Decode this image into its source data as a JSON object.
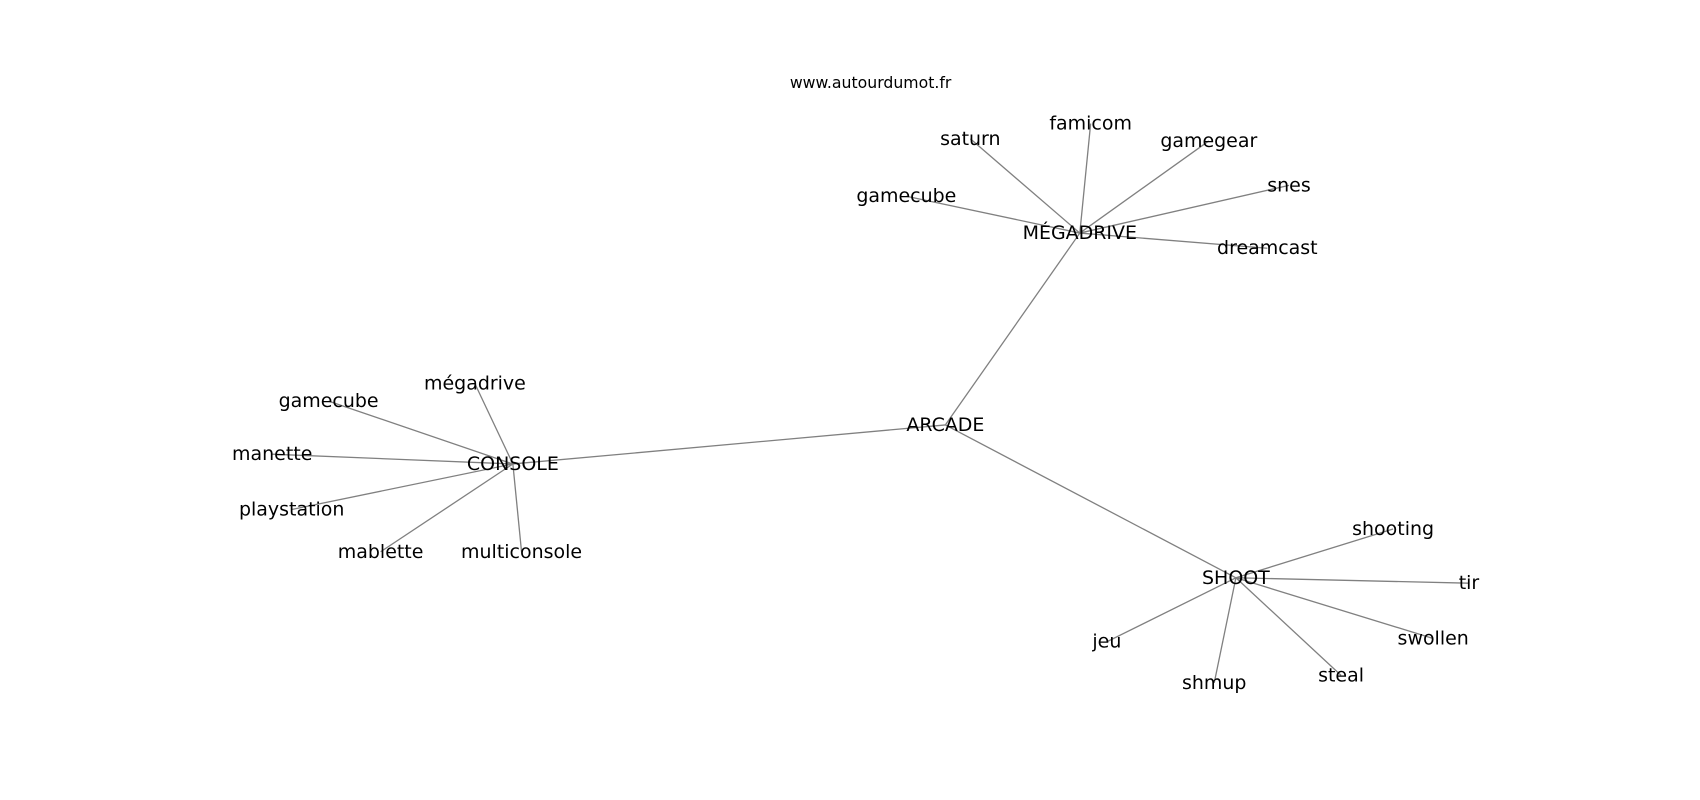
{
  "title": "www.autourdumot.fr",
  "colors": {
    "edge": "#808080",
    "text": "#000000",
    "background": "#ffffff"
  },
  "graph": {
    "root": "ARCADE",
    "hubs": [
      {
        "label": "MÉGADRIVE",
        "children": [
          "gamecube",
          "saturn",
          "famicom",
          "gamegear",
          "snes",
          "dreamcast"
        ]
      },
      {
        "label": "CONSOLE",
        "children": [
          "mégadrive",
          "gamecube",
          "manette",
          "playstation",
          "mablette",
          "multiconsole"
        ]
      },
      {
        "label": "SHOOT",
        "children": [
          "shooting",
          "tir",
          "swollen",
          "steal",
          "shmup",
          "jeu"
        ]
      }
    ]
  }
}
